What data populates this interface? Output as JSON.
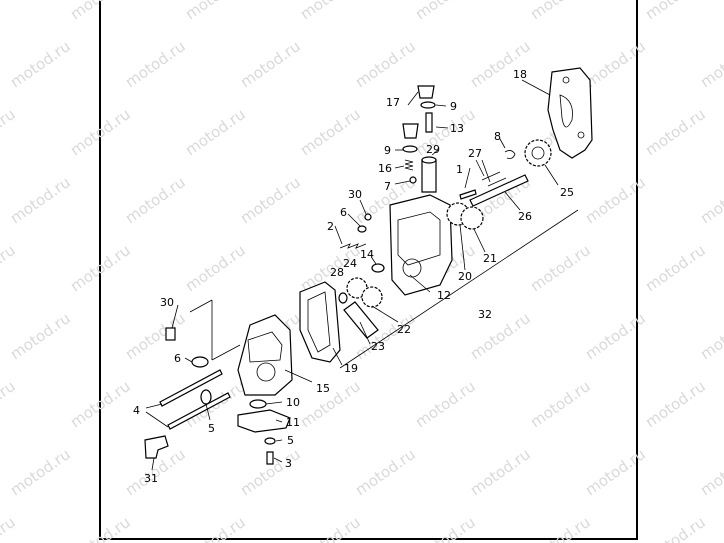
{
  "watermark": {
    "text": "motod.ru",
    "color": "#d4d4d4"
  },
  "callouts": [
    {
      "id": "c1",
      "label": "1"
    },
    {
      "id": "c2",
      "label": "2"
    },
    {
      "id": "c3",
      "label": "3"
    },
    {
      "id": "c4",
      "label": "4"
    },
    {
      "id": "c5a",
      "label": "5"
    },
    {
      "id": "c5b",
      "label": "5"
    },
    {
      "id": "c6a",
      "label": "6"
    },
    {
      "id": "c6b",
      "label": "6"
    },
    {
      "id": "c7",
      "label": "7"
    },
    {
      "id": "c8",
      "label": "8"
    },
    {
      "id": "c9a",
      "label": "9"
    },
    {
      "id": "c9b",
      "label": "9"
    },
    {
      "id": "c10",
      "label": "10"
    },
    {
      "id": "c11",
      "label": "11"
    },
    {
      "id": "c12",
      "label": "12"
    },
    {
      "id": "c13",
      "label": "13"
    },
    {
      "id": "c14",
      "label": "14"
    },
    {
      "id": "c15",
      "label": "15"
    },
    {
      "id": "c16",
      "label": "16"
    },
    {
      "id": "c17",
      "label": "17"
    },
    {
      "id": "c18",
      "label": "18"
    },
    {
      "id": "c19",
      "label": "19"
    },
    {
      "id": "c20",
      "label": "20"
    },
    {
      "id": "c21",
      "label": "21"
    },
    {
      "id": "c22",
      "label": "22"
    },
    {
      "id": "c23",
      "label": "23"
    },
    {
      "id": "c24",
      "label": "24"
    },
    {
      "id": "c25",
      "label": "25"
    },
    {
      "id": "c26",
      "label": "26"
    },
    {
      "id": "c27",
      "label": "27"
    },
    {
      "id": "c28",
      "label": "28"
    },
    {
      "id": "c29",
      "label": "29"
    },
    {
      "id": "c30a",
      "label": "30"
    },
    {
      "id": "c30b",
      "label": "30"
    },
    {
      "id": "c31",
      "label": "31"
    },
    {
      "id": "c32",
      "label": "32"
    }
  ]
}
